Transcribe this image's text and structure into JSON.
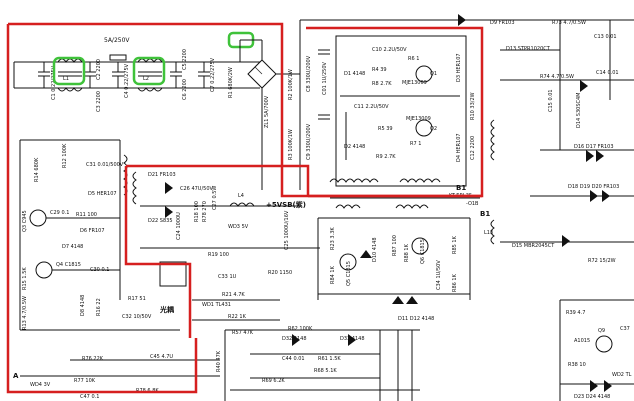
{
  "border_color": "#d61f1f",
  "highlight_color": "#3fc23a",
  "labels": {
    "fuse": "5A/250V",
    "c1": "C1 0.22/275V",
    "c2": "C2 2200",
    "c3": "C3 2200",
    "c4": "C4 0.22/275V",
    "c5": "C5 2200",
    "c6": "C6 2200",
    "c7": "C7 0.22/275V",
    "r1": "R1 680K/2W",
    "zl1": "ZL1 5A/700V",
    "l1": "L1",
    "l2": "L2",
    "c8": "C8 330U/200V",
    "c9": "C9 330U/200V",
    "c10": "C10 2.2U/50V",
    "c11": "C11 2.2U/50V",
    "c12": "C12 2200",
    "c13": "C13 0.01",
    "c14": "C14 0.01",
    "c15": "C15 0.01",
    "r2": "R2 100K/1W",
    "r3": "R3 100K/1W",
    "r4": "R4 39",
    "r5": "R5 39",
    "r6": "R6 1",
    "r7": "R7 1",
    "r8": "R8 2.7K",
    "r9": "R9 2.7K",
    "r10": "R10 33/2W",
    "q1": "Q1",
    "q2": "Q2",
    "q1_part": "MJE13009",
    "q2_part": "MJE13009",
    "d1": "D1 4148",
    "d2": "D2 4148",
    "d3": "D3 HER107",
    "d4": "D4 HER107",
    "d9": "D9 FR103",
    "d13": "D13 STPR1020CT",
    "d14": "D14 S30SC4M",
    "d15": "D15 MBR2045CT",
    "d16": "D16 D17 FR103",
    "d18": "D18 D19 D20 FR103",
    "r73": "R73 4.7/0.5W",
    "r74": "R74 4.7/0.5W",
    "r72": "R72 15/2W",
    "b1": "B1",
    "kt": "KT-ERL35",
    "o1b": "-O1B",
    "l13": "L13",
    "r14": "R14 680K",
    "r12": "R12 100K",
    "c31": "C31 0.01/500V",
    "d5": "D5 HER107",
    "d6": "D6 FR107",
    "d7": "D7 4148",
    "d8": "D8 4148",
    "c29": "C29 0.1",
    "r11": "R11 100",
    "q3": "Q3 C945",
    "q4": "Q4 C1815",
    "c30": "C30 0.1",
    "r15": "R15 1.5K",
    "r13": "R13 4.7/0.5W",
    "r16": "R16 22",
    "r17": "R17 51",
    "c32": "C32 10/50V",
    "opto": "光耦",
    "d21": "D21 FR103",
    "d22": "D22 S835",
    "c26": "C26 47U/50V",
    "c24": "C24 1000U",
    "r18": "R18 100",
    "r78": "R78 270",
    "c27": "C27 0.5W",
    "l4": "L4",
    "wd3": "WD3 5V",
    "c25": "C25 1000U/16V",
    "vsb": "+5VSB(紫)",
    "r19": "R19 100",
    "c33": "C33 1U",
    "r20": "R20 1150",
    "wd1": "WD1 TL431",
    "r21": "R21 4.7K",
    "r22": "R22 1K",
    "r23": "R23 3.3K",
    "r84": "R84 1K",
    "q5": "Q5 C1815",
    "d10": "D10 4148",
    "r87": "R87 100",
    "r88": "R88 1K",
    "q6": "Q6 C1815",
    "c34": "C34 1U/50V",
    "r85": "R85 1K",
    "d11": "D11 D12 4148",
    "r86": "R86 1K",
    "r57": "R57 47K",
    "r62": "R62 100K",
    "d32": "D32 4148",
    "d33": "D33 4148",
    "c44": "C44 0.01",
    "r61": "R61 1.5K",
    "r68": "R68 5.1K",
    "r69": "R69 6.2K",
    "c45": "C45 4.7U",
    "r40": "R40 47K",
    "r76": "R76 22K",
    "r77": "R77 10K",
    "c47": "C47 0.1",
    "r78b": "R78 6.8K",
    "wd4": "WD4 3V",
    "a": "A",
    "r39": "R39 4.7",
    "q9": "Q9",
    "a1015": "A1015",
    "r38": "R38 10",
    "wd2": "WD2 TL",
    "d23": "D23 D24 4148",
    "c37": "C37"
  }
}
